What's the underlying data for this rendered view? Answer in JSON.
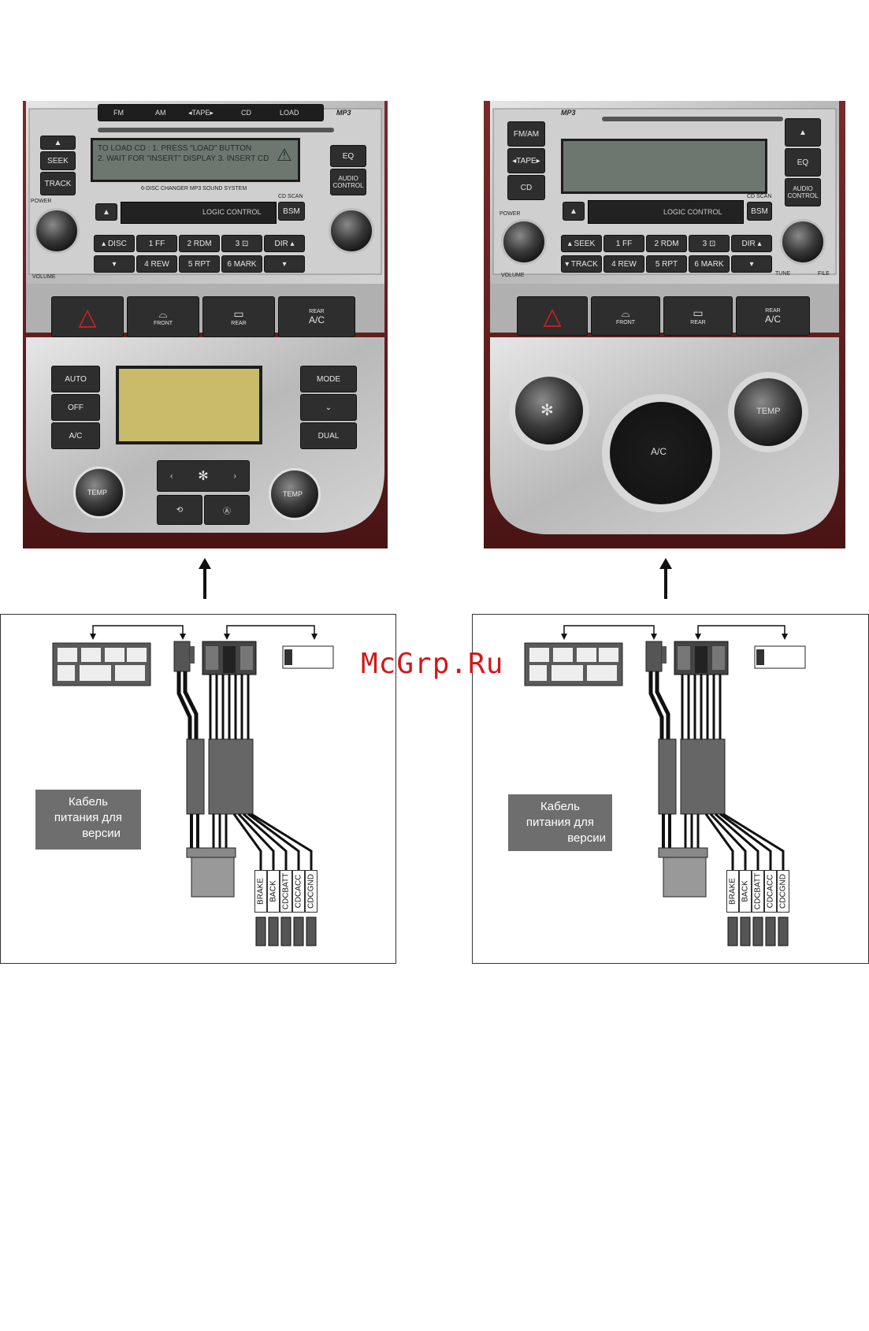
{
  "watermark": "McGrp.Ru",
  "left_panel": {
    "radio_top_buttons": [
      "FM",
      "AM",
      "◂TAPE▸",
      "CD",
      "LOAD"
    ],
    "mp3_badge": "MP3",
    "seek": "SEEK",
    "track": "TRACK",
    "eq": "EQ",
    "audio_control": "AUDIO CONTROL",
    "lcd_line1": "TO LOAD CD : 1. PRESS \"LOAD\" BUTTON",
    "lcd_line2": "2. WAIT FOR \"INSERT\" DISPLAY 3. INSERT CD",
    "subtitle": "6-DISC CHANGER MP3 SOUND SYSTEM",
    "cd_scan": "CD SCAN",
    "bsm": "BSM",
    "logic_control": "LOGIC CONTROL",
    "power": "POWER",
    "volume": "VOLUME",
    "preset_row1": [
      "▴ DISC",
      "1 FF",
      "2 RDM",
      "3 ⊡",
      "DIR ▴"
    ],
    "preset_row2": [
      "▾",
      "4 REW",
      "5 RPT",
      "6 MARK",
      "▾"
    ],
    "front": "FRONT",
    "rear": "REAR",
    "rear_ac_small": "REAR",
    "rear_ac": "A/C",
    "auto": "AUTO",
    "off": "OFF",
    "ac": "A/C",
    "mode": "MODE",
    "dual": "DUAL",
    "temp_left": "TEMP",
    "temp_right": "TEMP"
  },
  "right_panel": {
    "fm_am": "FM/AM",
    "tape": "◂TAPE▸",
    "cd": "CD",
    "mp3_badge": "MP3",
    "eq": "EQ",
    "audio_control": "AUDIO CONTROL",
    "bsm": "BSM",
    "cd_scan": "CD SCAN",
    "logic_control": "LOGIC CONTROL",
    "power": "POWER",
    "volume": "VOLUME",
    "tune": "TUNE",
    "file": "FILE",
    "preset_row1": [
      "▴ SEEK",
      "1 FF",
      "2 RDM",
      "3 ⊡",
      "DIR ▴"
    ],
    "preset_row2": [
      "▾ TRACK",
      "4 REW",
      "5 RPT",
      "6 MARK",
      "▾"
    ],
    "front": "FRONT",
    "rear": "REAR",
    "rear_ac_small": "REAR",
    "rear_ac": "A/C",
    "ac_center": "A/C",
    "temp": "TEMP"
  },
  "left_diagram": {
    "cable_label_line1": "Кабель",
    "cable_label_line2": "питания для",
    "cable_label_line3": "версии",
    "wires": [
      "BRAKE",
      "BACK",
      "CDCBATT",
      "CDCACC",
      "CDCGND"
    ]
  },
  "right_diagram": {
    "cable_label_line1": "Кабель",
    "cable_label_line2": "питания для",
    "cable_label_line3": "версии",
    "wires": [
      "BRAKE",
      "BACK",
      "CDCBATT",
      "CDCACC",
      "CDCGND"
    ]
  }
}
